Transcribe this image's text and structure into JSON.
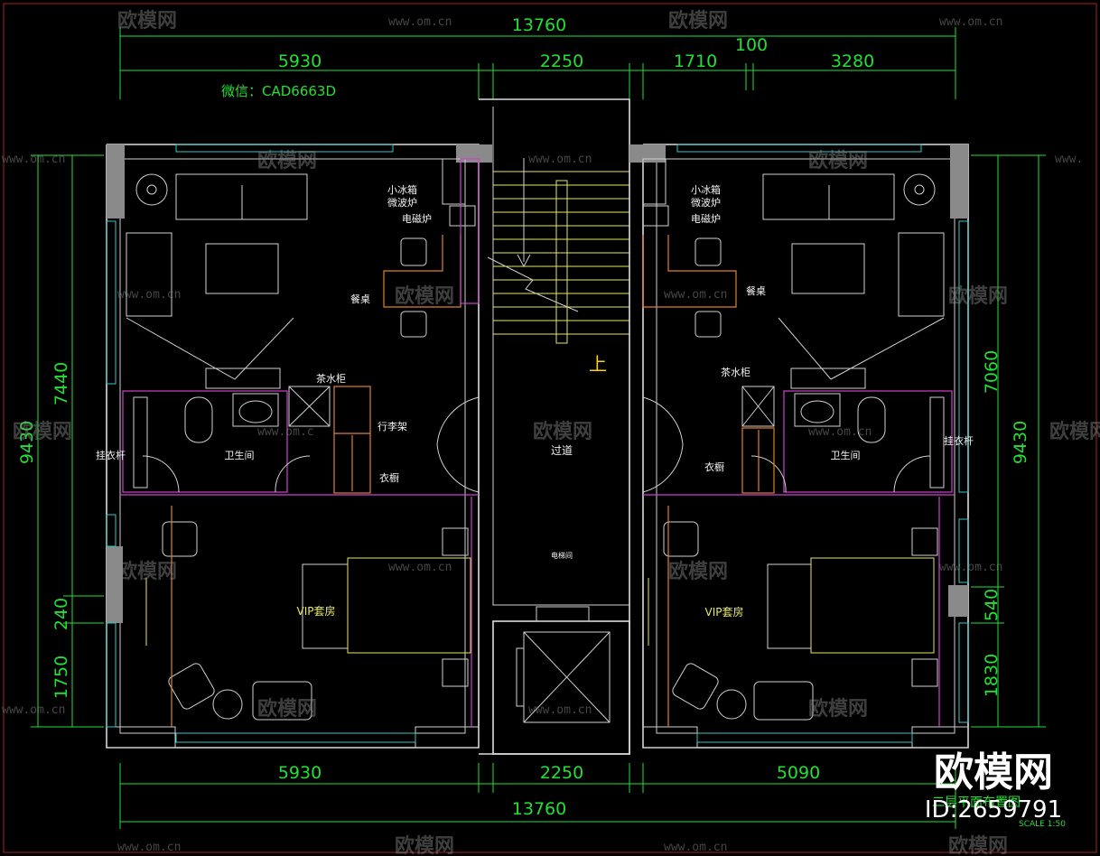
{
  "drawing": {
    "wechat": "微信：CAD6663D",
    "stair_up": "上",
    "corridor": "过道",
    "elevator_room": "电梯间",
    "scale": "SCALE 1:50",
    "sheet_title": "二层平面布置图"
  },
  "dimensions": {
    "top_total": "13760",
    "top_left": "5930",
    "top_mid": "2250",
    "top_r1": "1710",
    "top_r2": "100",
    "top_r3": "3280",
    "bottom_left": "5930",
    "bottom_mid": "2250",
    "bottom_right": "5090",
    "bottom_total": "13760",
    "left_upper": "7440",
    "left_total": "9430",
    "left_240": "240",
    "left_1750": "1750",
    "right_upper": "7060",
    "right_total": "9430",
    "right_540": "540",
    "right_1830": "1830"
  },
  "labels_left": {
    "fridge": "小冰箱",
    "microwave": "微波炉",
    "induction": "电磁炉",
    "dining": "餐桌",
    "tea_cabinet": "茶水柜",
    "luggage": "行李架",
    "wardrobe": "衣橱",
    "bathroom": "卫生间",
    "hanger": "挂衣杆",
    "suite": "VIP套房"
  },
  "labels_right": {
    "fridge": "小冰箱",
    "microwave": "微波炉",
    "induction": "电磁炉",
    "dining": "餐桌",
    "tea_cabinet": "茶水柜",
    "wardrobe": "衣橱",
    "bathroom": "卫生间",
    "hanger": "挂衣杆",
    "suite": "VIP套房"
  },
  "watermark": {
    "brand": "欧模网",
    "url": "www.om.cn",
    "url_cut": "www.om.c",
    "url_edge": "www.",
    "id": "ID:2659791"
  },
  "colors": {
    "dimension": "#22e033",
    "wall": "#dcdcdc",
    "window": "#35c8c8",
    "furniture": "#e8e860",
    "partition": "#d040d0",
    "casework": "#e08030"
  }
}
